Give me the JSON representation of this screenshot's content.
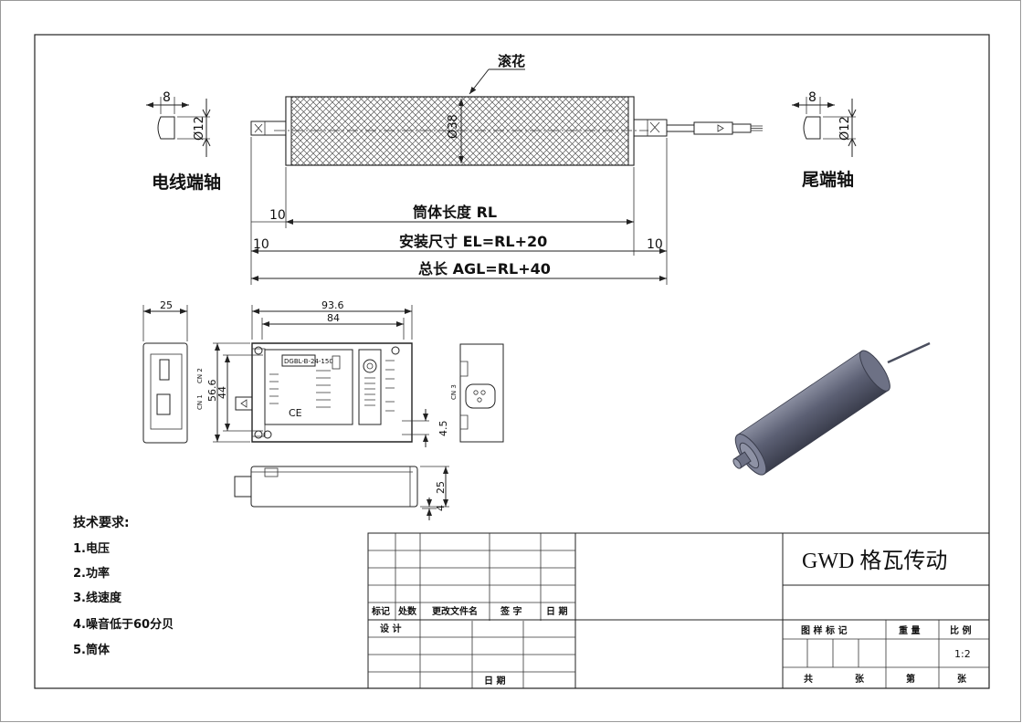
{
  "labels": {
    "knurl": "滚花",
    "cable_shaft": "电线端轴",
    "tail_shaft": "尾端轴",
    "dim_8": "8",
    "dim_d12": "Ø12",
    "dim_d38": "Ø38",
    "tube_len": "筒体长度 RL",
    "install_len": "安装尺寸 EL=RL+20",
    "total_len": "总长 AGL=RL+40",
    "dim_10": "10",
    "dim_25": "25",
    "dim_93_6": "93.6",
    "dim_84": "84",
    "dim_56_6": "56.6",
    "dim_44": "44",
    "dim_4_5": "4.5",
    "dim_4": "4",
    "model": "DGBL-B-24-150",
    "ce": "CE",
    "port_cn2": "CN 2",
    "port_cn1": "CN 1",
    "port_cn3": "CN 3"
  },
  "requirements": {
    "title": "技术要求:",
    "items": [
      "1.电压",
      "2.功率",
      "3.线速度",
      "4.噪音低于60分贝",
      "5.筒体"
    ]
  },
  "title_block": {
    "company": "GWD 格瓦传动",
    "h_mark": "标记",
    "h_count": "处数",
    "h_doc": "更改文件名",
    "h_sign": "签 字",
    "h_date": "日 期",
    "design": "设 计",
    "date": "日 期",
    "drawing_mark": "图 样 标 记",
    "weight": "重 量",
    "scale_label": "比 例",
    "scale_value": "1:2",
    "total_sheets": "共",
    "sheet_unit": "张",
    "sheet_no": "第",
    "sheet_unit2": "张"
  },
  "colors": {
    "line": "#222222",
    "roller_body": "#5a5e72",
    "background": "#ffffff"
  }
}
